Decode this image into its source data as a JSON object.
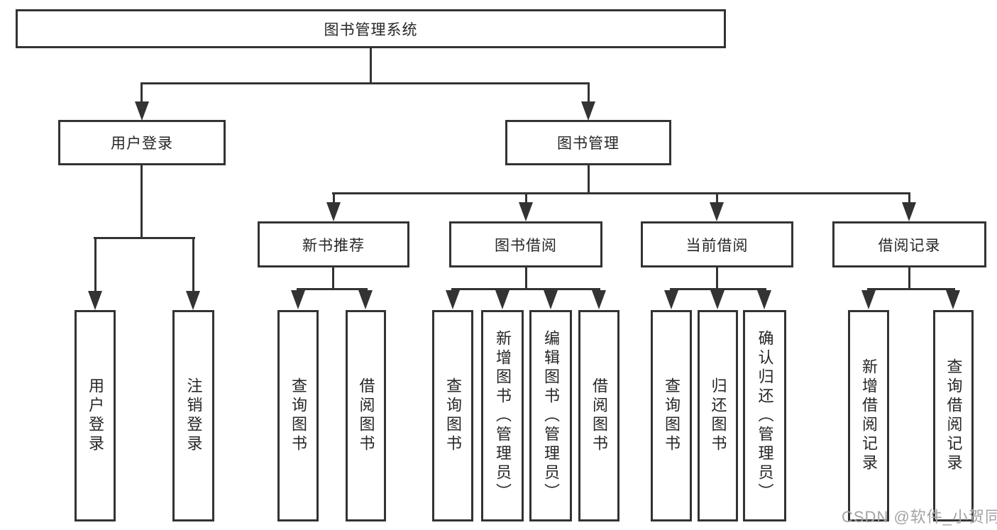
{
  "diagram": {
    "root": {
      "label": "图书管理系统"
    },
    "branches": [
      {
        "label": "用户登录",
        "children": [
          {
            "label": "用户登录"
          },
          {
            "label": "注销登录"
          }
        ]
      },
      {
        "label": "图书管理",
        "groups": [
          {
            "label": "新书推荐",
            "children": [
              {
                "label": "查询图书"
              },
              {
                "label": "借阅图书"
              }
            ]
          },
          {
            "label": "图书借阅",
            "children": [
              {
                "label": "查询图书"
              },
              {
                "label": "新增图书（管理员）"
              },
              {
                "label": "编辑图书（管理员）"
              },
              {
                "label": "借阅图书"
              }
            ]
          },
          {
            "label": "当前借阅",
            "children": [
              {
                "label": "查询图书"
              },
              {
                "label": "归还图书"
              },
              {
                "label": "确认归还（管理员）"
              }
            ]
          },
          {
            "label": "借阅记录",
            "children": [
              {
                "label": "新增借阅记录"
              },
              {
                "label": "查询借阅记录"
              }
            ]
          }
        ]
      }
    ]
  },
  "watermark": {
    "text": "CSDN @软件_小贺同学"
  },
  "colors": {
    "line": "#333333",
    "text": "#262626",
    "watermark": "#a3a3a3",
    "background": "#ffffff"
  }
}
